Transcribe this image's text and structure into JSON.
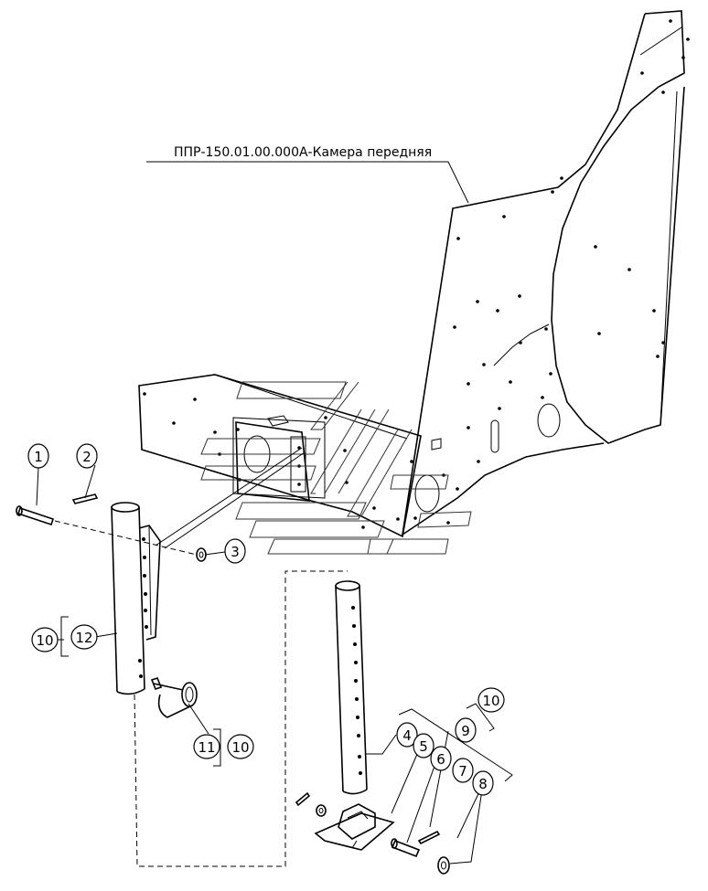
{
  "assembly_label": "ППР-150.01.00.000А-Камера передняя",
  "callouts": {
    "c1": "1",
    "c2": "2",
    "c3": "3",
    "c4": "4",
    "c5": "5",
    "c6": "6",
    "c7": "7",
    "c8": "8",
    "c9": "9",
    "c10_top": "10",
    "c10_left": "10",
    "c12": "12",
    "c11": "11",
    "c10_lower": "10"
  }
}
